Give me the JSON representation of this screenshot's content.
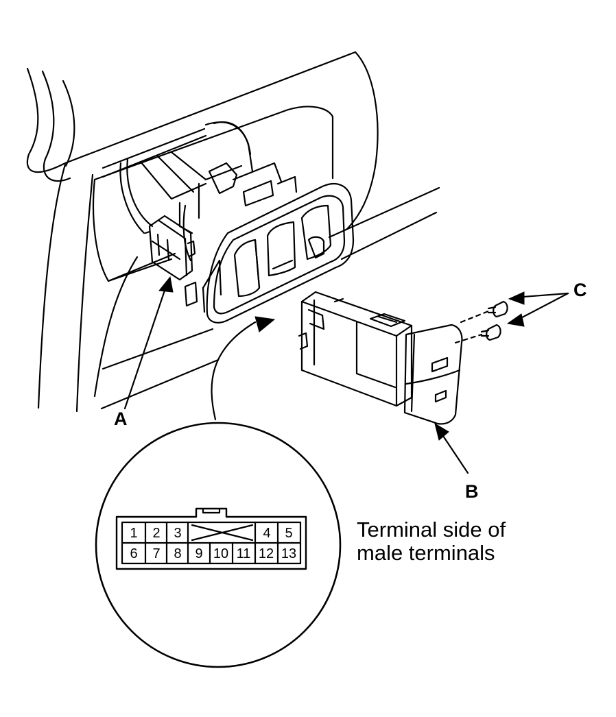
{
  "callouts": {
    "a": "A",
    "b": "B",
    "c": "C"
  },
  "connector": {
    "row1": [
      "1",
      "2",
      "3",
      "4",
      "5"
    ],
    "row2": [
      "6",
      "7",
      "8",
      "9",
      "10",
      "11",
      "12",
      "13"
    ]
  },
  "caption": {
    "line1": "Terminal side of",
    "line2": "male terminals"
  },
  "colors": {
    "line": "#000000",
    "background": "#ffffff"
  }
}
